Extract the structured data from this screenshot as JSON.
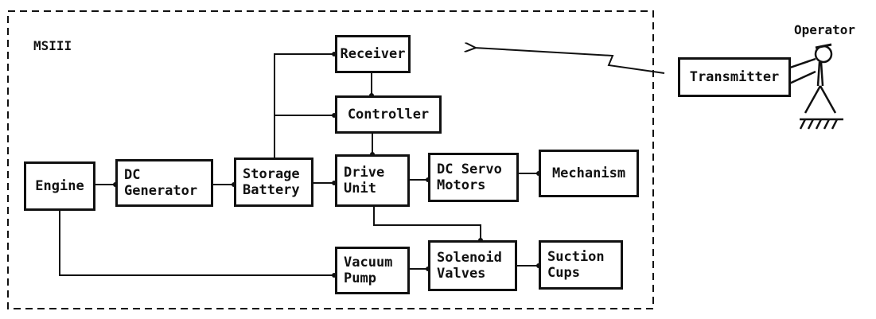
{
  "system_label": "MSIII",
  "operator_label": "Operator",
  "blocks": {
    "receiver": [
      "Receiver"
    ],
    "controller": [
      "Controller"
    ],
    "engine": [
      "Engine"
    ],
    "dc_generator": [
      "DC",
      "Generator"
    ],
    "storage_battery": [
      "Storage",
      "Battery"
    ],
    "drive_unit": [
      "Drive",
      "Unit"
    ],
    "dc_servo_motors": [
      "DC Servo",
      "Motors"
    ],
    "mechanism": [
      "Mechanism"
    ],
    "vacuum_pump": [
      "Vacuum",
      "Pump"
    ],
    "solenoid_valves": [
      "Solenoid",
      "Valves"
    ],
    "suction_cups": [
      "Suction",
      "Cups"
    ],
    "transmitter": [
      "Transmitter"
    ]
  }
}
